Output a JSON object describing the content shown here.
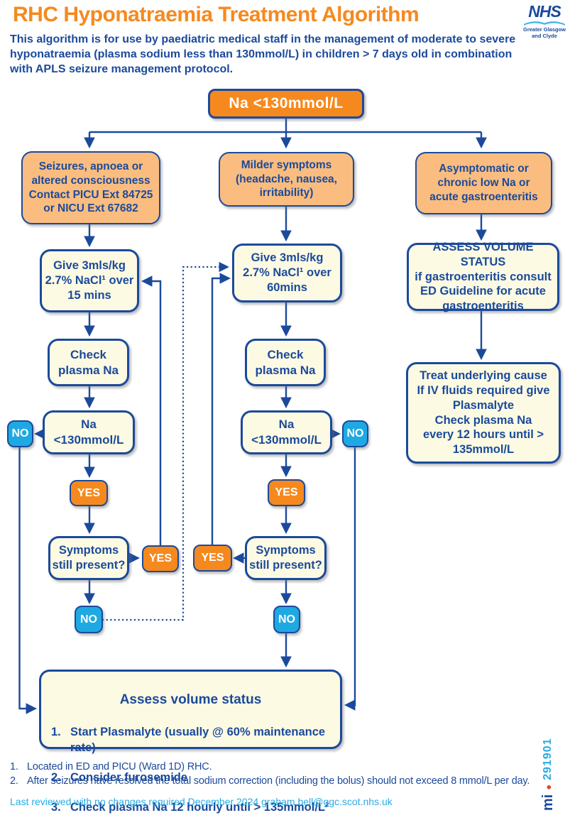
{
  "colors": {
    "orange": "#F6891E",
    "peach": "#FABD7F",
    "cream": "#FDFAE3",
    "blue": "#1B4A9B",
    "cyan": "#1FA9E2",
    "lightblue": "#29ABE2",
    "red_dot": "#E8432B",
    "swoosh": "#41B6E6"
  },
  "header": {
    "title": "RHC Hyponatraemia Treatment Algorithm",
    "intro": "This algorithm is for use by paediatric medical staff in the management of moderate to severe\nhyponatraemia (plasma sodium less than 130mmol/L) in children > 7 days old in combination\nwith APLS seizure management protocol.",
    "logo": {
      "name": "NHS",
      "org": "Greater Glasgow\nand Clyde"
    }
  },
  "flowchart": {
    "root": "Na <130mmol/L",
    "left": {
      "entry": "Seizures, apnoea or\naltered consciousness\nContact PICU Ext 84725\nor NICU Ext 67682",
      "bolus": "Give 3mls/kg\n2.7% NaCl¹ over\n15 mins",
      "check": "Check\nplasma Na",
      "na": "Na\n<130mmol/L",
      "na_no": "NO",
      "na_yes": "YES",
      "symptoms": "Symptoms\nstill present?",
      "symptoms_yes": "YES",
      "symptoms_no": "NO"
    },
    "middle": {
      "entry": "Milder symptoms\n(headache, nausea,\nirritability)",
      "bolus": "Give 3mls/kg\n2.7% NaCl¹ over\n60mins",
      "check": "Check\nplasma Na",
      "na": "Na\n<130mmol/L",
      "na_no": "NO",
      "na_yes": "YES",
      "symptoms": "Symptoms\nstill present?",
      "symptoms_yes": "YES",
      "symptoms_no": "NO"
    },
    "right": {
      "entry": "Asymptomatic or\nchronic low Na or\nacute gastroenteritis",
      "assess": "ASSESS VOLUME STATUS\nif gastroenteritis consult\nED Guideline for acute\ngastroenteritis",
      "treat": "Treat underlying cause\nIf IV fluids required give\nPlasmalyte\nCheck plasma Na\nevery 12 hours until >\n135mmol/L"
    },
    "bottom_box": {
      "title": "Assess volume status",
      "items": [
        {
          "num": "1.",
          "text": "Start Plasmalyte (usually @ 60% maintenance rate)"
        },
        {
          "num": "2.",
          "text": "Consider furosemide"
        },
        {
          "num": "3.",
          "text": "Check plasma Na 12 hourly until > 135mmol/L²"
        }
      ]
    }
  },
  "footnotes": [
    {
      "num": "1.",
      "text": "Located in ED and PICU (Ward 1D) RHC."
    },
    {
      "num": "2.",
      "text": "After seizures have resolved the total sodium correction (including the bolus) should not exceed 8 mmol/L per day."
    }
  ],
  "footer": {
    "reviewed": "Last reviewed with no changes required December 2024 graham.bell@ggc.scot.nhs.uk",
    "side_code": {
      "prefix": "mi",
      "dot": "●",
      "number": "291901"
    }
  }
}
